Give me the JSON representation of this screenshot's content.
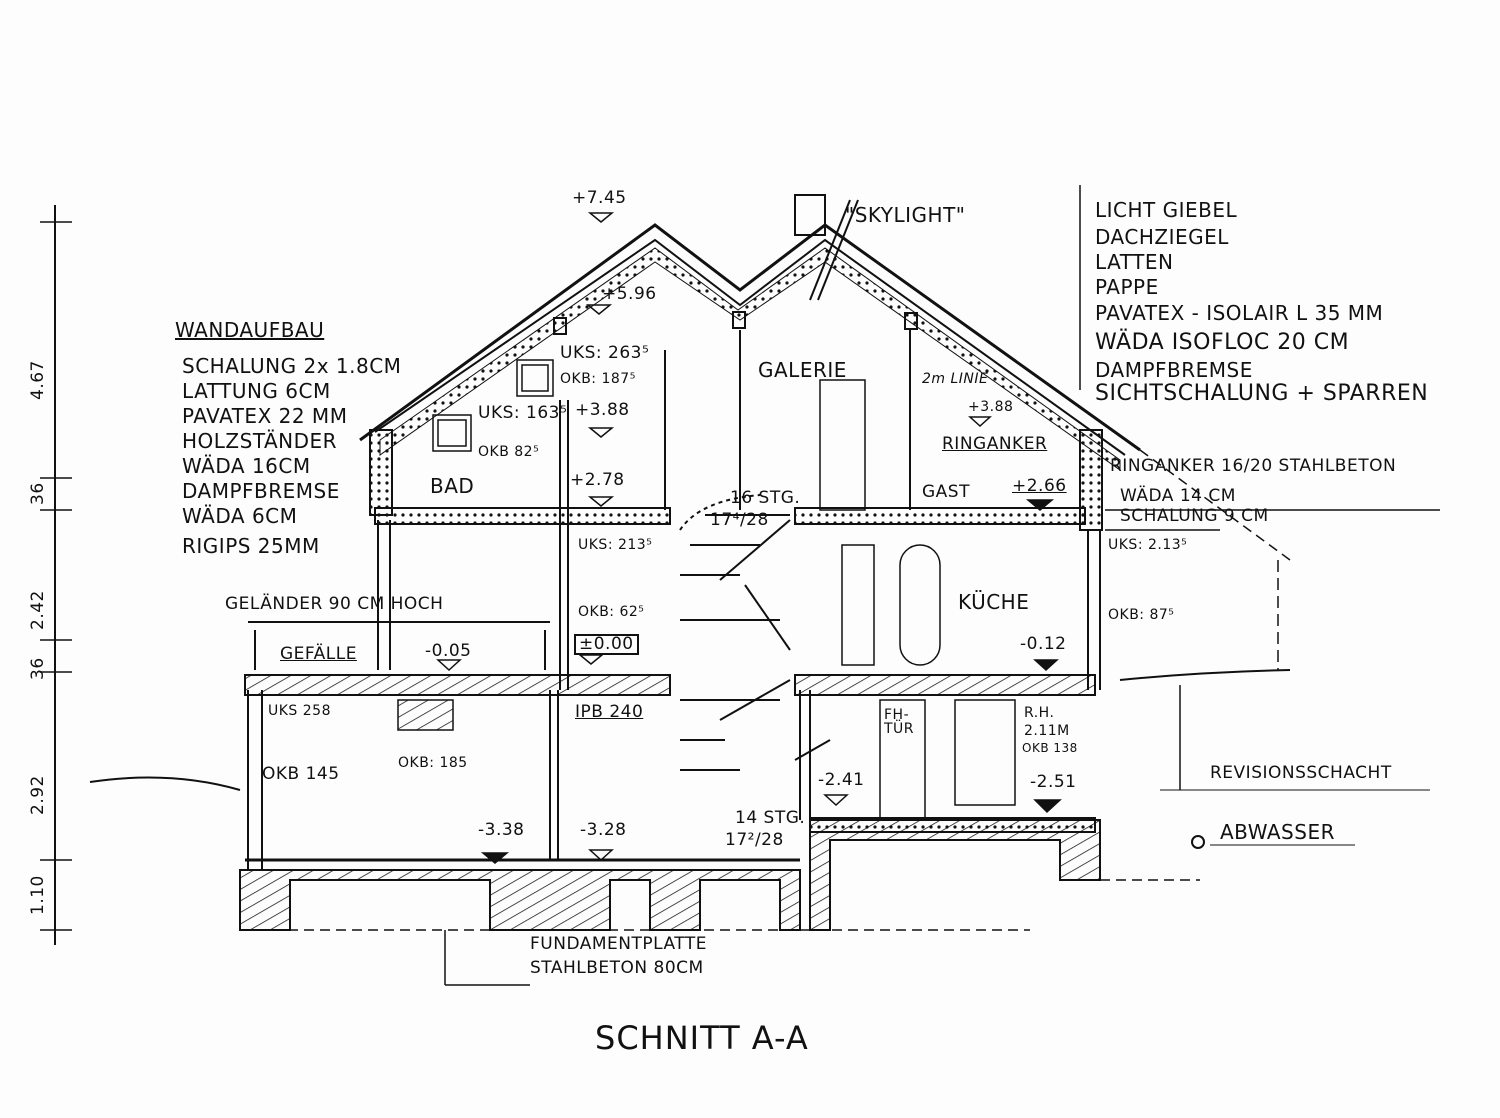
{
  "title": "SCHNITT A-A",
  "dimensions_vertical": [
    "4.67",
    "36",
    "2.42",
    "36",
    "2.92",
    "1.10"
  ],
  "wall_build": {
    "heading": "WANDAUFBAU",
    "layers": [
      "SCHALUNG 2x 1.8CM",
      "LATTUNG 6CM",
      "PAVATEX 22 MM",
      "HOLZSTÄNDER",
      "WÄDA 16CM",
      "DAMPFBREMSE",
      "WÄDA 6CM",
      "RIGIPS 25MM"
    ]
  },
  "roof_build": {
    "layers": [
      "LICHT GIEBEL",
      "DACHZIEGEL",
      "LATTEN",
      "PAPPE",
      "PAVATEX - ISOLAIR L 35 MM",
      "WÄDA ISOFLOC 20 CM",
      "DAMPFBREMSE",
      "SICHTSCHALUNG + SPARREN"
    ]
  },
  "annotations": {
    "skylight": "\"SKYLIGHT\"",
    "ridge_level": "+7.45",
    "level_596": "+5.96",
    "uks_2635": "UKS: 263⁵",
    "okb_1875": "OKB: 187⁵",
    "uks_1635": "UKS: 163⁵",
    "okb_827": "OKB 82⁵",
    "level_388_left": "+3.88",
    "level_278": "+2.78",
    "bad": "BAD",
    "galerie": "GALERIE",
    "two_m_line": "2m LINIE",
    "level_388_right": "+3.88",
    "ringanker": "RINGANKER",
    "gast": "GAST",
    "level_266": "+2.66",
    "ringanker_note": "RINGANKER 16/20 STAHLBETON",
    "wada_14": "WÄDA 14 CM",
    "schalung_9": "SCHALUNG 9 CM",
    "stairs_upper_1": "16 STG.",
    "stairs_upper_2": "17⁴/28",
    "uks_2135_left": "UKS: 213⁵",
    "uks_2135_right": "UKS: 2.13⁵",
    "gelaender": "GELÄNDER 90 CM HOCH",
    "okb_625": "OKB: 62⁵",
    "level_000": "±0.00",
    "gefaelle": "GEFÄLLE",
    "level_005": "-0.05",
    "kueche": "KÜCHE",
    "okb_875": "OKB: 87⁵",
    "level_012": "-0.12",
    "uks_258": "UKS 258",
    "ipb_240": "IPB 240",
    "okb_145": "OKB 145",
    "okb_185": "OKB: 185",
    "fh_tuer": "FH-TÜR",
    "rh": "R.H.",
    "rh_height": "2.11M",
    "okb_138": "OKB 138",
    "level_241": "-2.41",
    "level_251": "-2.51",
    "level_338": "-3.38",
    "level_328": "-3.28",
    "stairs_lower_1": "14 STG.",
    "stairs_lower_2": "17²/28",
    "revisionsschacht": "REVISIONSSCHACHT",
    "abwasser": "ABWASSER",
    "fundament_1": "FUNDAMENTPLATTE",
    "fundament_2": "STAHLBETON 80CM"
  }
}
